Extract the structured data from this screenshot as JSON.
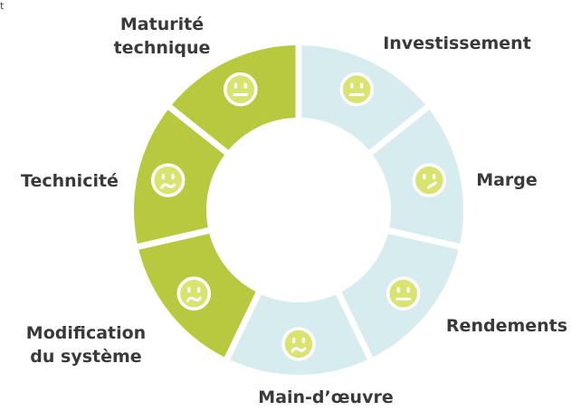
{
  "stray_text": "t",
  "colors": {
    "green": "#b9c93f",
    "light_blue": "#d6ecee",
    "smiley_fill": "#d9e36f",
    "smiley_stroke": "#ffffff",
    "label": "#3a3a3a"
  },
  "segments": [
    {
      "id": "investissement",
      "lines": [
        "Investissement"
      ],
      "color": "light_blue",
      "mood": "neutral-icon"
    },
    {
      "id": "marge",
      "lines": [
        "Marge"
      ],
      "color": "light_blue",
      "mood": "skeptical-icon"
    },
    {
      "id": "rendements",
      "lines": [
        "Rendements"
      ],
      "color": "light_blue",
      "mood": "neutral-icon"
    },
    {
      "id": "main-doeuvre",
      "lines": [
        "Main-d’œuvre"
      ],
      "color": "light_blue",
      "mood": "worried-icon"
    },
    {
      "id": "modification-du-systeme",
      "lines": [
        "Modification",
        "du système"
      ],
      "color": "green",
      "mood": "worried-icon"
    },
    {
      "id": "technicite",
      "lines": [
        "Technicité"
      ],
      "color": "green",
      "mood": "worried-icon"
    },
    {
      "id": "maturite-technique",
      "lines": [
        "Maturité",
        "technique"
      ],
      "color": "green",
      "mood": "neutral-icon"
    }
  ]
}
